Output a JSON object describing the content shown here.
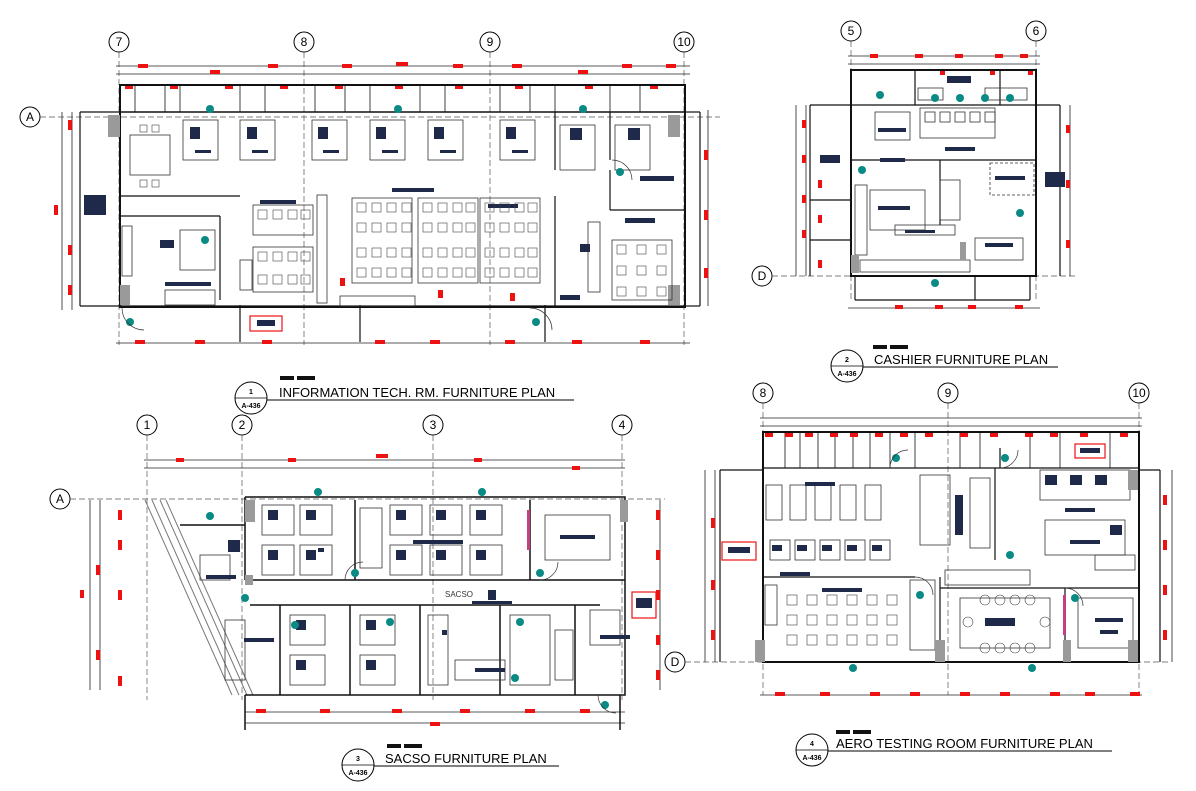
{
  "colors": {
    "wall": "#111111",
    "dim": "#222222",
    "marker": "#ee1111",
    "furniture": "#1f2a4a",
    "fixture": "#0a8a84",
    "gray": "#9a9a9a"
  },
  "plans": [
    {
      "title": "INFORMATION TECH. RM. FURNITURE PLAN",
      "num": "1",
      "sheet": "A-436",
      "gridlines": [
        "7",
        "8",
        "9",
        "10"
      ],
      "row": "A"
    },
    {
      "title": "CASHIER FURNITURE PLAN",
      "num": "2",
      "sheet": "A-436",
      "gridlines": [
        "5",
        "6"
      ],
      "row": "D"
    },
    {
      "title": "SACSO FURNITURE PLAN",
      "num": "3",
      "sheet": "A-436",
      "gridlines": [
        "1",
        "2",
        "3",
        "4"
      ],
      "row": "A",
      "room_label": "SACSO"
    },
    {
      "title": "AERO TESTING ROOM FURNITURE PLAN",
      "num": "4",
      "sheet": "A-436",
      "gridlines": [
        "8",
        "9",
        "10"
      ],
      "row": "D"
    }
  ]
}
